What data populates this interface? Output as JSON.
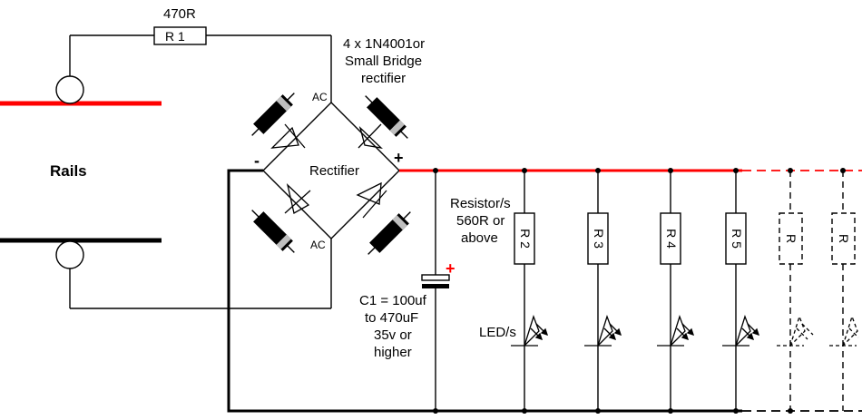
{
  "labels": {
    "r1_value": "470R",
    "r1_text": "R 1",
    "bridge_line1": "4 x 1N4001or",
    "bridge_line2": "Small Bridge",
    "bridge_line3": "rectifier",
    "rectifier": "Rectifier",
    "ac_top": "AC",
    "ac_bottom": "AC",
    "minus": "-",
    "plus": "+",
    "rails": "Rails",
    "resistor_line1": "Resistor/s",
    "resistor_line2": "560R or",
    "resistor_line3": "above",
    "cap_line1": "C1 = 100uf",
    "cap_line2": "to 470uF",
    "cap_line3": "35v or",
    "cap_line4": "higher",
    "cap_plus": "+",
    "leds": "LED/s"
  },
  "resistors": [
    {
      "id": "r2",
      "text": "R 2"
    },
    {
      "id": "r3",
      "text": "R 3"
    },
    {
      "id": "r4",
      "text": "R 4"
    },
    {
      "id": "r5",
      "text": "R 5"
    },
    {
      "id": "r6",
      "text": "R"
    },
    {
      "id": "r7",
      "text": "R"
    }
  ],
  "colors": {
    "positive_wire": "#ff0000",
    "negative_wire": "#000000",
    "rail_top": "#ff0000",
    "rail_bottom": "#000000",
    "diode_body": "#000000",
    "diode_band": "#bfbfbf"
  }
}
